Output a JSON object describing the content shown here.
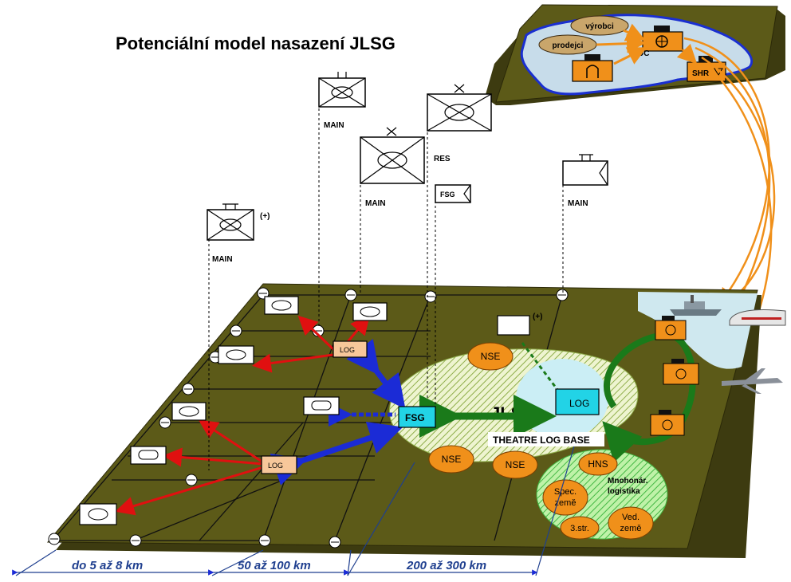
{
  "title": "Potenciální model nasazení JLSG",
  "hq_labels": {
    "main1": "MAIN",
    "main2": "MAIN",
    "main3": "MAIN",
    "main4": "MAIN",
    "res": "RES",
    "plus1": "(+)",
    "plus2": "(+)",
    "fsg_flag": "FSG"
  },
  "ground": {
    "log_small_1": "LOG",
    "log_small_2": "LOG",
    "fsg": "FSG",
    "log_main": "LOG",
    "jlsg": "JLSG",
    "theatre_log_base": "THEATRE LOG BASE",
    "nse_1": "NSE",
    "nse_2": "NSE",
    "nse_3": "NSE",
    "hns": "HNS",
    "spec_zeme": [
      "Spec.",
      "země"
    ],
    "ved_zeme": [
      "Ved.",
      "země"
    ],
    "tretistr": "3.str.",
    "mnohonar": [
      "Mnohonár.",
      "logistika"
    ]
  },
  "inset_map": {
    "vyrobci": "výrobci",
    "prodejci": "prodejci",
    "dc": "DC",
    "shr": "SHR"
  },
  "distances": [
    "do 5 až 8 km",
    "50 až 100 km",
    "200 až 300 km"
  ],
  "colors": {
    "ground": "#5c5a18",
    "ground_dark": "#3d3b10",
    "orange": "#f0901a",
    "cyan": "#22d3e6",
    "blue_arrow": "#1b2bd6",
    "green_arrow": "#1a7a1a",
    "red_arrow": "#e01010",
    "log_fill": "#f7c79a",
    "jlsg_hatch": "#d9e6a8",
    "water": "#cfe8ef",
    "dist_text": "#1f3f8f"
  }
}
